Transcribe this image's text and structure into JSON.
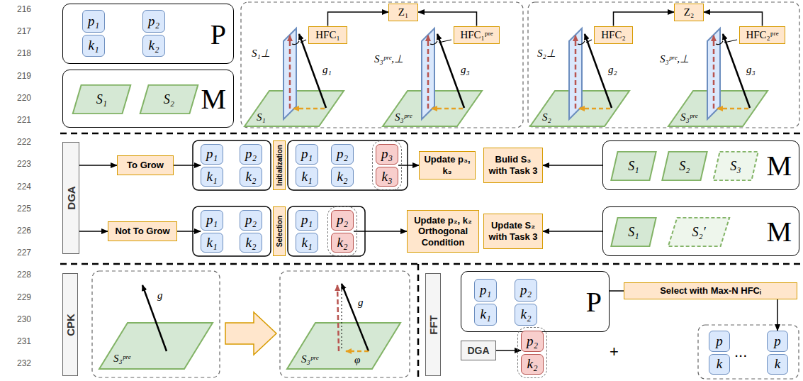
{
  "diagram": {
    "nodes": [
      {
        "text": [
          "P"
        ]
      },
      {
        "text": [
          "p₁",
          "k₁"
        ],
        "in": 0
      },
      {
        "text": [
          "p₂",
          "k₂"
        ],
        "in": 0
      },
      {
        "text": [
          "M"
        ]
      },
      {
        "text": [
          "S₁"
        ],
        "in": 3
      },
      {
        "text": [
          "S₂"
        ],
        "in": 3
      },
      {
        "text": [
          "Z₁"
        ]
      },
      {
        "text": [
          "HFC₁"
        ]
      },
      {
        "text": [
          "HFC₁ᵖʳᵉ"
        ]
      },
      {
        "text": [
          "Z₂"
        ]
      },
      {
        "text": [
          "HFC₂"
        ]
      },
      {
        "text": [
          "HFC₂ᵖʳᵉ"
        ]
      },
      {
        "text": [
          "DGA"
        ]
      },
      {
        "text": [
          "To Grow"
        ]
      },
      {
        "text": [
          "Not To Grow"
        ]
      },
      {
        "text": [
          "p₁",
          "k₁"
        ]
      },
      {
        "text": [
          "p₂",
          "k₂"
        ]
      },
      {
        "text": [
          "Initialization"
        ]
      },
      {
        "text": [
          "p₁",
          "k₁"
        ]
      },
      {
        "text": [
          "p₂",
          "k₂"
        ]
      },
      {
        "text": [
          "p₃",
          "k₃"
        ]
      },
      {
        "text": [
          "Update p₃, k₃"
        ]
      },
      {
        "text": [
          "Bulid S₃ with Task 3"
        ]
      },
      {
        "text": [
          "M"
        ]
      },
      {
        "text": [
          "S₁"
        ],
        "in": 23
      },
      {
        "text": [
          "S₂"
        ],
        "in": 23
      },
      {
        "text": [
          "S₃"
        ],
        "in": 23
      },
      {
        "text": [
          "p₁",
          "k₁"
        ]
      },
      {
        "text": [
          "p₂",
          "k₂"
        ]
      },
      {
        "text": [
          "Selection"
        ]
      },
      {
        "text": [
          "p₁",
          "k₁"
        ]
      },
      {
        "text": [
          "p₂",
          "k₂"
        ]
      },
      {
        "text": [
          "Update p₂, k₂ Orthogonal Condition"
        ]
      },
      {
        "text": [
          "Update S₂ with Task 3"
        ]
      },
      {
        "text": [
          "M"
        ]
      },
      {
        "text": [
          "S₁"
        ],
        "in": 34
      },
      {
        "text": [
          "S₂′"
        ],
        "in": 34
      },
      {
        "text": [
          "CPK"
        ]
      },
      {
        "text": [
          "FFT"
        ]
      },
      {
        "text": [
          "P"
        ]
      },
      {
        "text": [
          "p₁",
          "k₁"
        ],
        "in": 39
      },
      {
        "text": [
          "p₂",
          "k₂"
        ],
        "in": 39
      },
      {
        "text": [
          "Select with Max-N HFCᵢ"
        ]
      },
      {
        "text": [
          "DGA"
        ]
      },
      {
        "text": [
          "p₂",
          "k₂"
        ]
      },
      {
        "text": [
          "p",
          "k"
        ]
      },
      {
        "text": [
          "p",
          "k"
        ]
      }
    ],
    "edges": [
      {
        "from": 7,
        "to": 6,
        "arrow": "to"
      },
      {
        "from": 8,
        "to": 6,
        "arrow": "to"
      },
      {
        "from": 10,
        "to": 9,
        "arrow": "to"
      },
      {
        "from": 11,
        "to": 9,
        "arrow": "to"
      },
      {
        "from": 12,
        "to": 13,
        "arrow": "to"
      },
      {
        "from": 12,
        "to": 14,
        "arrow": "to"
      },
      {
        "from": 13,
        "to": 15,
        "arrow": "to"
      },
      {
        "from": 20,
        "to": 21,
        "arrow": "to"
      },
      {
        "from": 23,
        "to": 22,
        "arrow": "to"
      },
      {
        "from": 14,
        "to": 27,
        "arrow": "to"
      },
      {
        "from": 31,
        "to": 32,
        "arrow": "to"
      },
      {
        "from": 34,
        "to": 33,
        "arrow": "to"
      },
      {
        "from": 39,
        "to": 42,
        "arrow": "none"
      },
      {
        "from": 42,
        "to": 46,
        "arrow": "to"
      },
      {
        "from": 43,
        "to": 44,
        "arrow": "to"
      }
    ],
    "labels": [
      "216",
      "217",
      "218",
      "219",
      "220",
      "221",
      "222",
      "223",
      "224",
      "225",
      "226",
      "227",
      "228",
      "229",
      "230",
      "231",
      "232",
      "S₁⊥",
      "S₃ᵖʳᵉ,⊥",
      "g₁",
      "g₃",
      "S₁",
      "S₃ᵖʳᵉ",
      "S₂⊥",
      "S₃ᵖʳᵉ,⊥",
      "g₂",
      "g₃",
      "S₂",
      "S₃ᵖʳᵉ",
      "S₃ᵖʳᵉ",
      "g",
      "S₃ᵖʳᵉ",
      "g",
      "φ",
      "+",
      "..."
    ]
  }
}
